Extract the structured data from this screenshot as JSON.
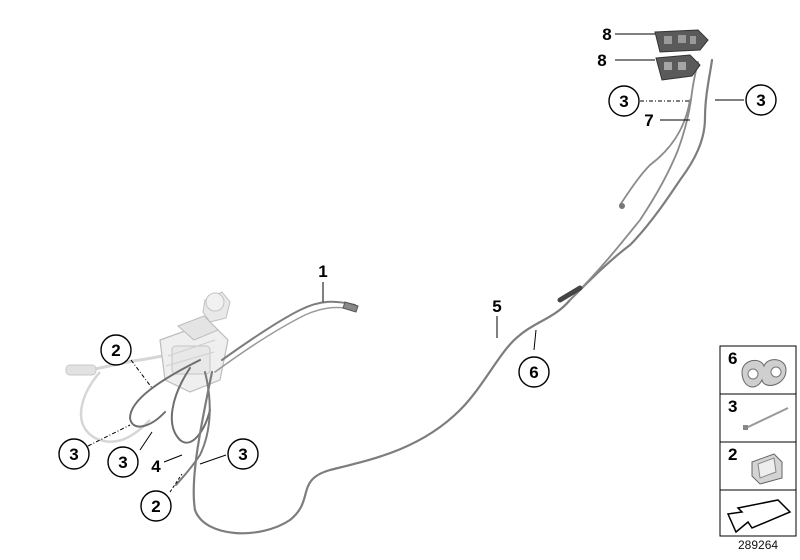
{
  "callouts": {
    "c1": "1",
    "c2a": "2",
    "c2b": "2",
    "c3a": "3",
    "c3b": "3",
    "c3c": "3",
    "c3d": "3",
    "c3e": "3",
    "c4": "4",
    "c5": "5",
    "c6": "6",
    "c7": "7",
    "c8a": "8",
    "c8b": "8"
  },
  "legend": {
    "items": [
      {
        "label": "6",
        "icon": "cable-clip-double-icon"
      },
      {
        "label": "3",
        "icon": "cable-tie-icon"
      },
      {
        "label": "2",
        "icon": "cable-clip-single-icon"
      }
    ],
    "arrow_icon": "directional-arrow-icon"
  },
  "diagram_id": "289264",
  "colors": {
    "cable": "#7d7d7d",
    "cable_light": "#bdbdbd",
    "part_dark": "#555555",
    "part_light": "#d9d9d9",
    "line": "#000000"
  }
}
